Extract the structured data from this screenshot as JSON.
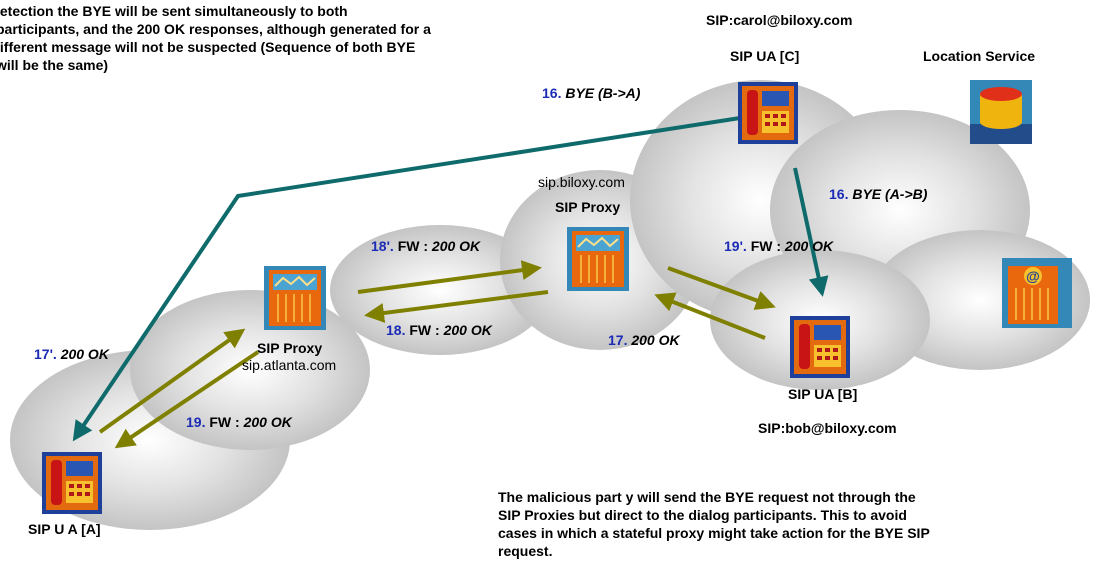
{
  "top_note": "letection the BYE will be sent simultaneously to both\nparticipants, and the 200 OK responses, although generated for a\nlifferent message will not be suspected (Sequence of both BYE\nwill be the same)",
  "bottom_note": "The malicious part y will send the BYE request not through the\nSIP Proxies but direct to the dialog participants. This to avoid\ncases in which a stateful proxy might take action for the BYE SIP\nrequest.",
  "nodes": {
    "ua_c": {
      "uri": "SIP:carol@biloxy.com",
      "label": "SIP UA [C]"
    },
    "location": {
      "label": "Location Service"
    },
    "proxy_biloxy": {
      "domain": "sip.biloxy.com",
      "label": "SIP Proxy"
    },
    "proxy_atlanta": {
      "label": "SIP Proxy",
      "domain": "sip.atlanta.com"
    },
    "ua_b": {
      "label": "SIP UA [B]",
      "uri": "SIP:bob@biloxy.com"
    },
    "ua_a": {
      "label": "SIP U A [A]"
    }
  },
  "messages": [
    {
      "step": "16.",
      "prefix": "",
      "text": "BYE (B->A)"
    },
    {
      "step": "16.",
      "prefix": "",
      "text": "BYE (A->B)"
    },
    {
      "step": "18'.",
      "prefix": "FW :",
      "text": "200 OK"
    },
    {
      "step": "19'.",
      "prefix": "FW :",
      "text": "200 OK"
    },
    {
      "step": "18.",
      "prefix": "FW :",
      "text": "200 OK"
    },
    {
      "step": "17.",
      "prefix": "",
      "text": "200 OK"
    },
    {
      "step": "17'.",
      "prefix": "",
      "text": "200 OK"
    },
    {
      "step": "19.",
      "prefix": "FW :",
      "text": "200 OK"
    }
  ],
  "colors": {
    "step": "#1b2bb5",
    "attack_arrow": "#0f6b6b",
    "normal_arrow": "#808000"
  }
}
